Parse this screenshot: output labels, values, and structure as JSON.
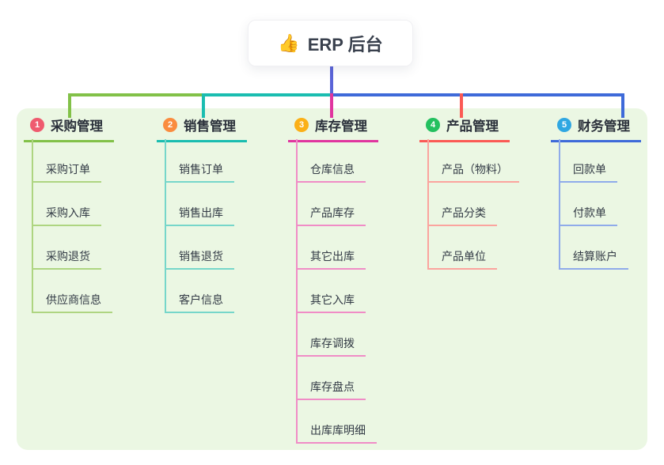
{
  "root": {
    "label": "ERP 后台",
    "icon": "thumbs-up",
    "icon_char": "👍",
    "stem_color": "#5A64D8"
  },
  "canvas": {
    "background": "#FFFFFF",
    "panel_color": "#EBF7E3"
  },
  "branches": [
    {
      "badge": "1",
      "label": "采购管理",
      "badge_color": "#EF5B6F",
      "line_color": "#82C148",
      "child_line_color": "#AED581",
      "children": [
        "采购订单",
        "采购入库",
        "采购退货",
        "供应商信息"
      ]
    },
    {
      "badge": "2",
      "label": "销售管理",
      "badge_color": "#FA8C3F",
      "line_color": "#1ABDB0",
      "child_line_color": "#76D6CA",
      "children": [
        "销售订单",
        "销售出库",
        "销售退货",
        "客户信息"
      ]
    },
    {
      "badge": "3",
      "label": "库存管理",
      "badge_color": "#FBB017",
      "line_color": "#E0359F",
      "child_line_color": "#F08CC6",
      "children": [
        "仓库信息",
        "产品库存",
        "其它出库",
        "其它入库",
        "库存调拨",
        "库存盘点",
        "出库库明细"
      ]
    },
    {
      "badge": "4",
      "label": "产品管理",
      "badge_color": "#23C05F",
      "line_color": "#FB5A55",
      "child_line_color": "#FBA49E",
      "children": [
        "产品（物料）",
        "产品分类",
        "产品单位"
      ]
    },
    {
      "badge": "5",
      "label": "财务管理",
      "badge_color": "#2FA7E2",
      "line_color": "#3E6AD9",
      "child_line_color": "#8FABEA",
      "children": [
        "回款单",
        "付款单",
        "结算账户"
      ]
    }
  ]
}
